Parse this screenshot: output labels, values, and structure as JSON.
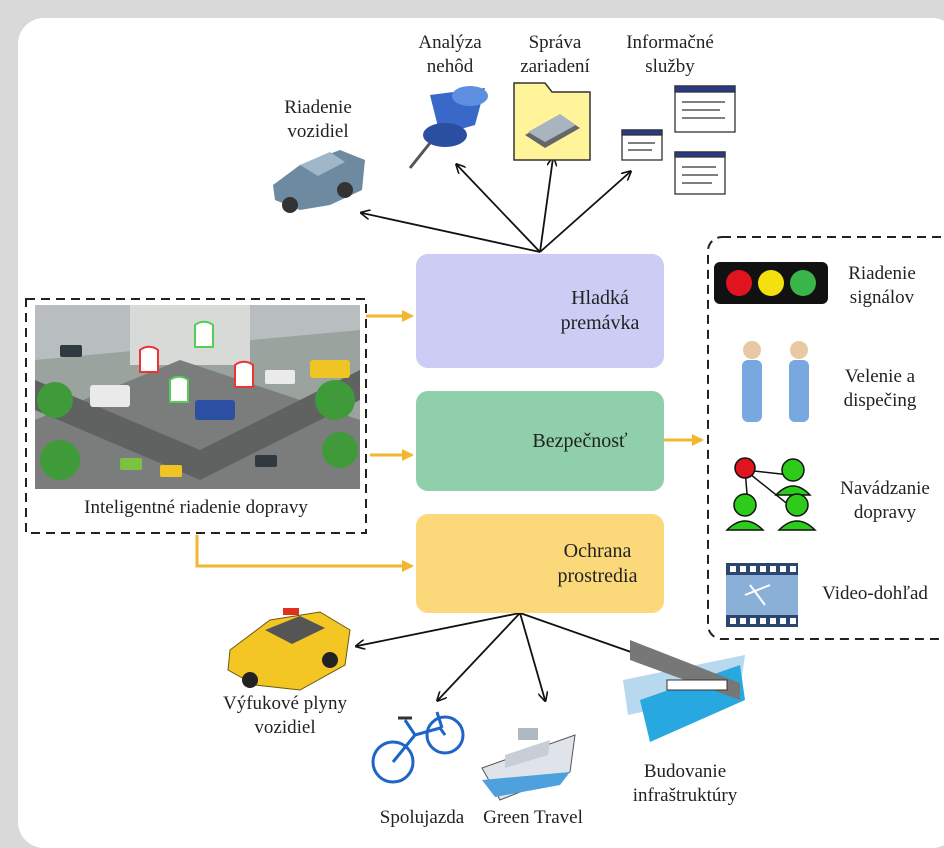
{
  "center": {
    "smooth": {
      "line1": "Hladká",
      "line2": "premávka",
      "color": "#ccccf5"
    },
    "safety": {
      "label": "Bezpečnosť",
      "color": "#8fcfab"
    },
    "environment": {
      "line1": "Ochrana",
      "line2": "prostredia",
      "color": "#fbd97a"
    }
  },
  "left_panel": {
    "caption": "Inteligentné riadenie dopravy"
  },
  "top": {
    "vehicle_control": {
      "line1": "Riadenie",
      "line2": "vozidiel"
    },
    "accident_analysis": {
      "line1": "Analýza",
      "line2": "nehôd"
    },
    "device_management": {
      "line1": "Správa",
      "line2": "zariadení"
    },
    "info_services": {
      "line1": "Informačné",
      "line2": "služby"
    }
  },
  "right_panel": {
    "signal_control": {
      "line1": "Riadenie",
      "line2": "signálov"
    },
    "dispatch": {
      "line1": "Velenie a",
      "line2": "dispečing"
    },
    "guidance": {
      "line1": "Navádzanie",
      "line2": "dopravy"
    },
    "video": {
      "label": "Video-dohľad"
    }
  },
  "bottom": {
    "exhaust": {
      "line1": "Výfukové plyny",
      "line2": "vozidiel"
    },
    "carpool": {
      "label": "Spolujazda"
    },
    "green_travel": {
      "label": "Green Travel"
    },
    "infrastructure": {
      "line1": "Budovanie",
      "line2": "infraštruktúry"
    }
  },
  "colors": {
    "arrow_orange": "#f2b632",
    "arrow_black": "#111111",
    "light_red": "#e0141e",
    "light_yellow": "#f4e00c",
    "light_green": "#3bb44a"
  }
}
